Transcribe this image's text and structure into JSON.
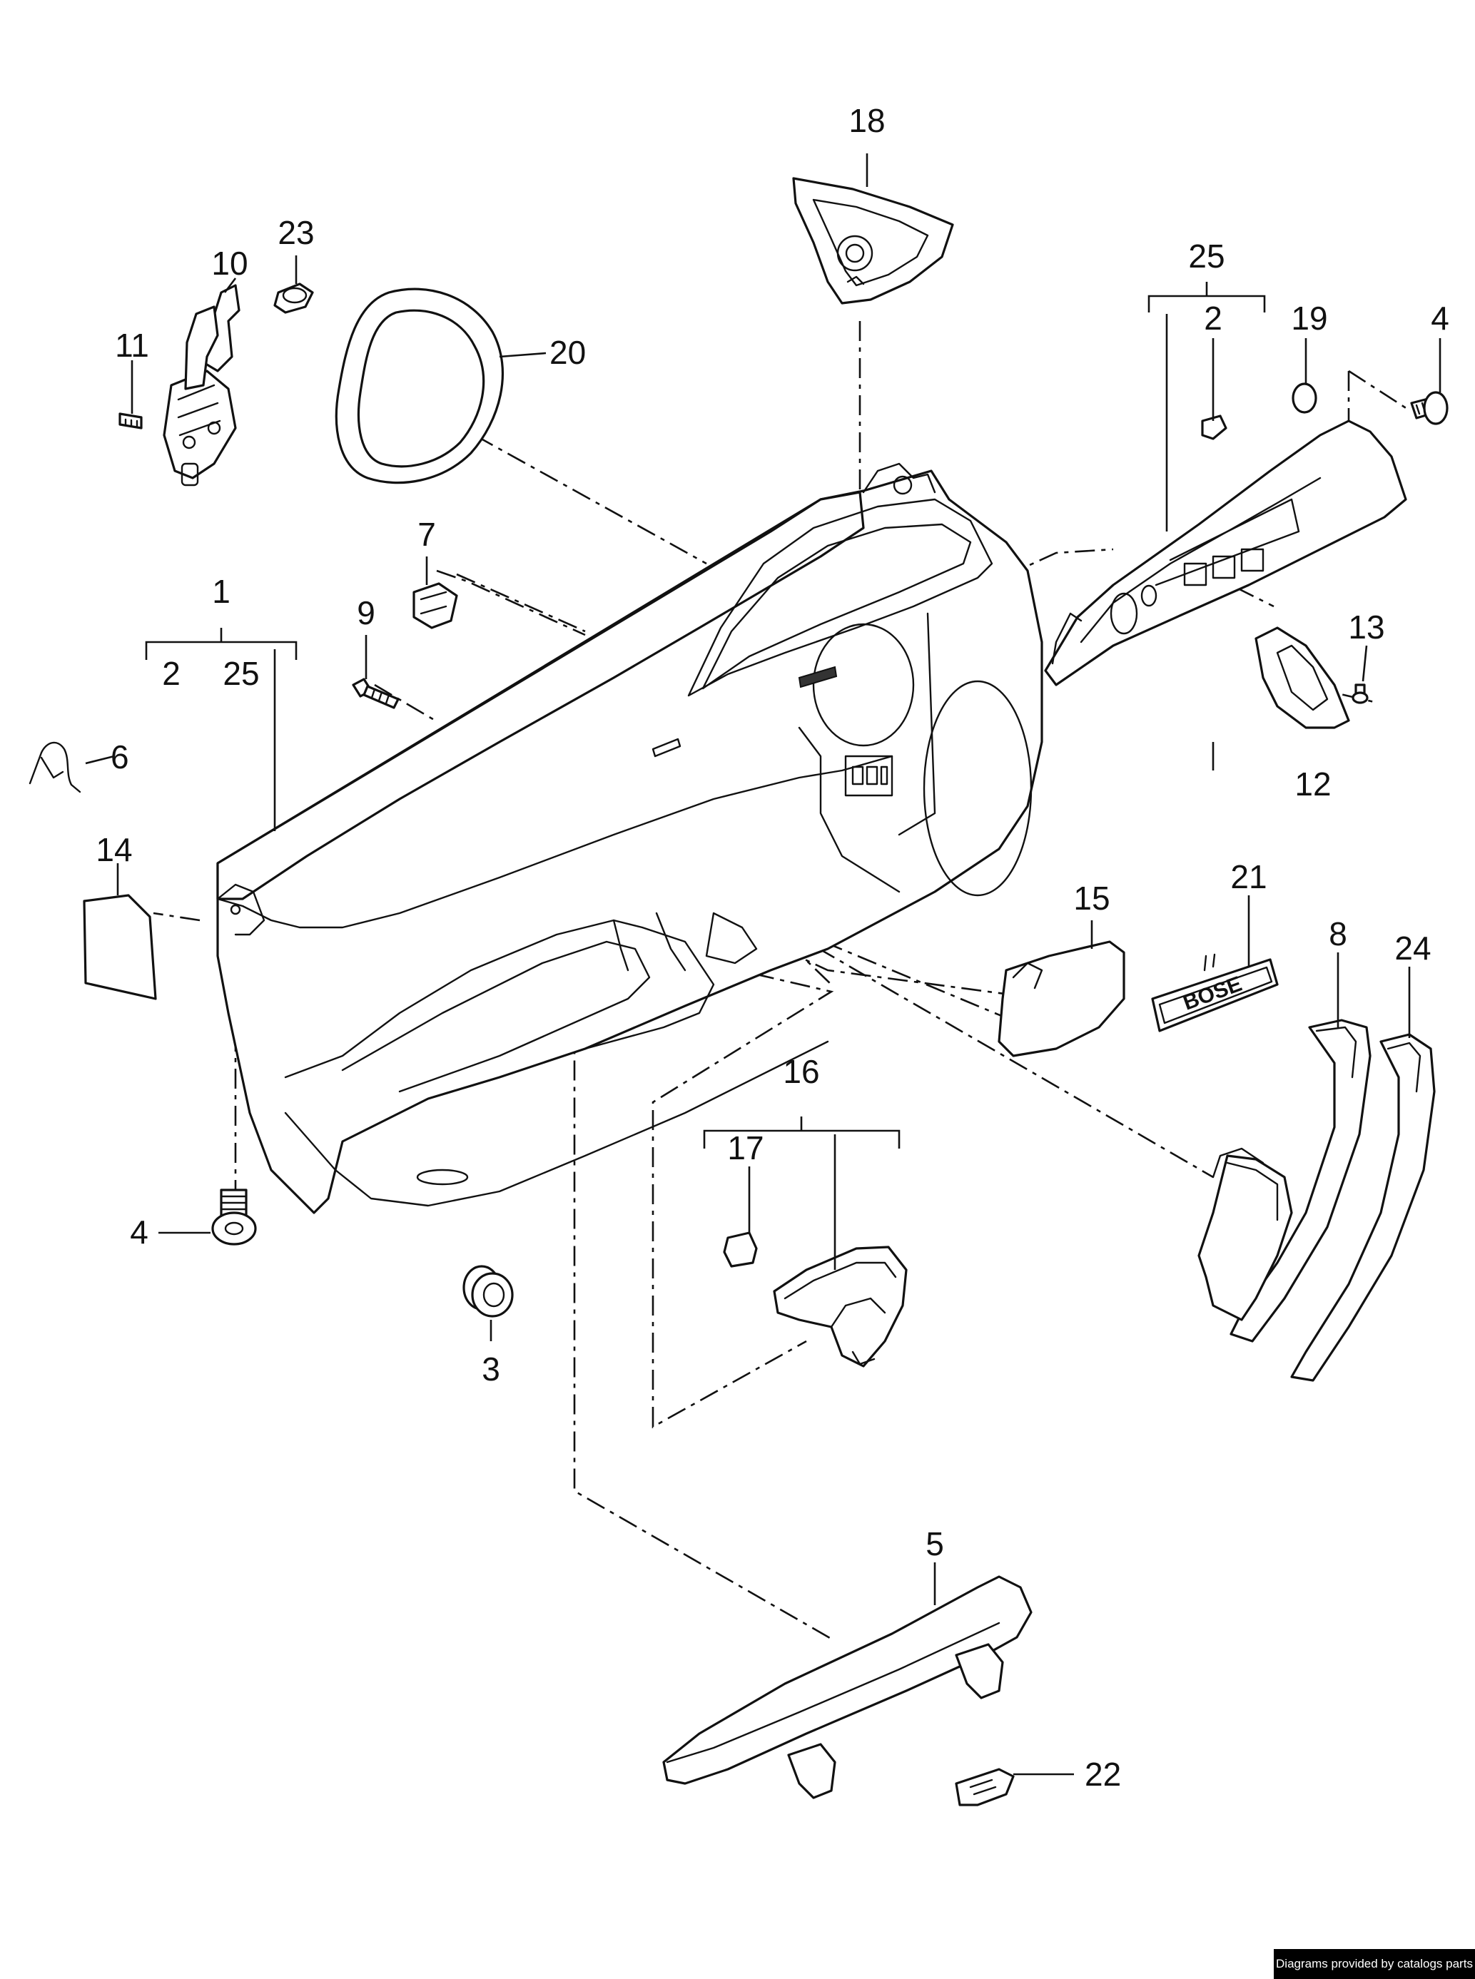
{
  "diagram": {
    "callouts": {
      "p1": "1",
      "p1_sub2": "2",
      "p1_sub25": "25",
      "p2_right": "2",
      "p3": "3",
      "p4_left": "4",
      "p4_right": "4",
      "p5": "5",
      "p6": "6",
      "p7": "7",
      "p8": "8",
      "p9": "9",
      "p10": "10",
      "p11": "11",
      "p12": "12",
      "p13": "13",
      "p14": "14",
      "p15": "15",
      "p16": "16",
      "p17": "17",
      "p18": "18",
      "p19": "19",
      "p20": "20",
      "p21": "21",
      "p22": "22",
      "p23": "23",
      "p24": "24",
      "p25_right": "25"
    },
    "badge_text": "BOSE"
  },
  "footer": {
    "credit": "Diagrams provided by catalogs parts"
  }
}
